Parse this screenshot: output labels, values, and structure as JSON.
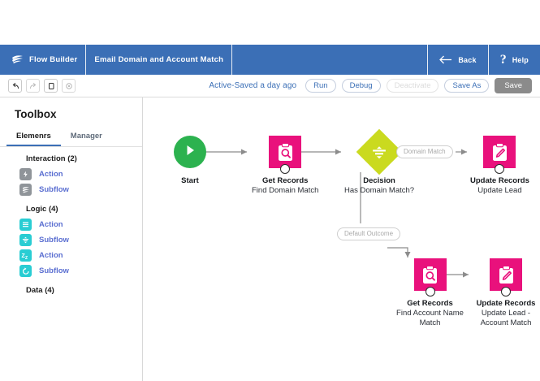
{
  "appbar": {
    "brand": "Flow Builder",
    "brand_icon": "swirl-logo-icon",
    "flow_title": "Email Domain and Account Match",
    "back_label": "Back",
    "back_icon": "arrow-left-icon",
    "help_label": "Help",
    "help_icon": "question-mark-icon",
    "bg_color": "#3b6fb6"
  },
  "toolbar": {
    "icon_buttons": [
      {
        "name": "undo-button",
        "glyph": "undo-icon"
      },
      {
        "name": "redo-button",
        "glyph": "redo-icon"
      },
      {
        "name": "copy-button",
        "glyph": "copy-icon"
      },
      {
        "name": "settings-button",
        "glyph": "gear-icon"
      }
    ],
    "status": "Active-Saved a day ago",
    "run_label": "Run",
    "debug_label": "Debug",
    "deactivate_label": "Deactivate",
    "save_as_label": "Save As",
    "save_label": "Save",
    "accent_color": "#3b6fb6",
    "save_bg_color": "#8b8b8b"
  },
  "toolbox": {
    "title": "Toolbox",
    "tabs": [
      {
        "label": "Elemenrs",
        "active": true
      },
      {
        "label": "Manager",
        "active": false
      }
    ],
    "groups": [
      {
        "heading": "Interaction (2)",
        "items": [
          {
            "label": "Action",
            "icon": "bolt-icon",
            "icon_color": "#8f9499"
          },
          {
            "label": "Subflow",
            "icon": "waves-icon",
            "icon_color": "#8f9499"
          }
        ]
      },
      {
        "heading": "Logic (4)",
        "items": [
          {
            "label": "Action",
            "icon": "list-icon",
            "icon_color": "#29cdd3"
          },
          {
            "label": "Subflow",
            "icon": "decision-icon",
            "icon_color": "#29cdd3"
          },
          {
            "label": "Action",
            "icon": "sleep-zz-icon",
            "icon_color": "#29cdd3"
          },
          {
            "label": "Subflow",
            "icon": "loop-icon",
            "icon_color": "#29cdd3"
          }
        ]
      },
      {
        "heading": "Data (4)",
        "items": []
      }
    ]
  },
  "canvas": {
    "nodes": [
      {
        "id": "start",
        "type": "start",
        "title": "Start",
        "subtitle": "",
        "icon": "play-icon",
        "color": "#2cb24f"
      },
      {
        "id": "get1",
        "type": "record",
        "title": "Get Records",
        "subtitle": "Find Domain Match",
        "icon": "clipboard-search-icon",
        "color": "#e9117c"
      },
      {
        "id": "decide",
        "type": "decision",
        "title": "Decision",
        "subtitle": "Has Domain Match?",
        "icon": "decision-icon",
        "color": "#cada1f"
      },
      {
        "id": "upd1",
        "type": "record",
        "title": "Update Records",
        "subtitle": "Update Lead",
        "icon": "clipboard-pencil-icon",
        "color": "#e9117c"
      },
      {
        "id": "get2",
        "type": "record",
        "title": "Get Records",
        "subtitle": "Find Account Name Match",
        "icon": "clipboard-search-icon",
        "color": "#e9117c"
      },
      {
        "id": "upd2",
        "type": "record",
        "title": "Update Records",
        "subtitle": "Update Lead - Account Match",
        "icon": "clipboard-pencil-icon",
        "color": "#e9117c"
      }
    ],
    "connector_labels": [
      {
        "id": "domain-match",
        "text": "Domain Match"
      },
      {
        "id": "default-outcome",
        "text": "Default Outcome"
      }
    ]
  }
}
